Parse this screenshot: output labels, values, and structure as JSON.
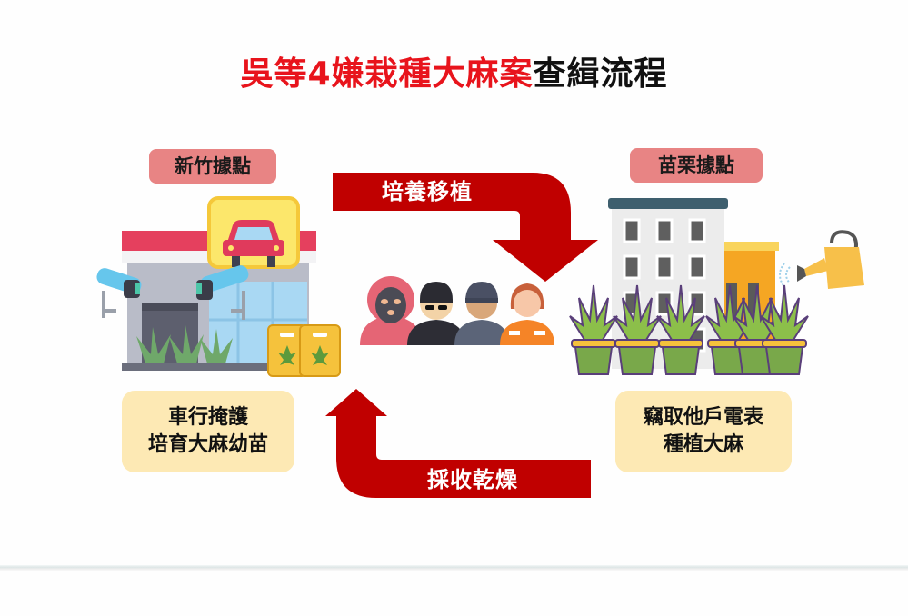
{
  "title": {
    "red_part": "吳等4嫌栽種大麻案",
    "black_part": "查緝流程"
  },
  "locations": {
    "left": {
      "tag": "新竹據點",
      "note_lines": [
        "車行掩護",
        "培育大麻幼苗"
      ]
    },
    "right": {
      "tag": "苗栗據點",
      "note_lines": [
        "竊取他戶電表",
        "種植大麻"
      ]
    }
  },
  "flow": {
    "top_arrow_label": "培養移植",
    "bottom_arrow_label": "採收乾燥"
  },
  "icons": {
    "left_building": "car-dealership-icon",
    "right_building": "apartment-building-icon",
    "suspects": "four-suspects-icon",
    "bags": "cannabis-bag-icon",
    "plants": "cannabis-pot-icon",
    "watering_can": "watering-can-icon"
  },
  "colors": {
    "title_red": "#e8141c",
    "arrow_red": "#c00000",
    "tag_bg": "#e88484",
    "note_bg": "#fde9b4"
  }
}
